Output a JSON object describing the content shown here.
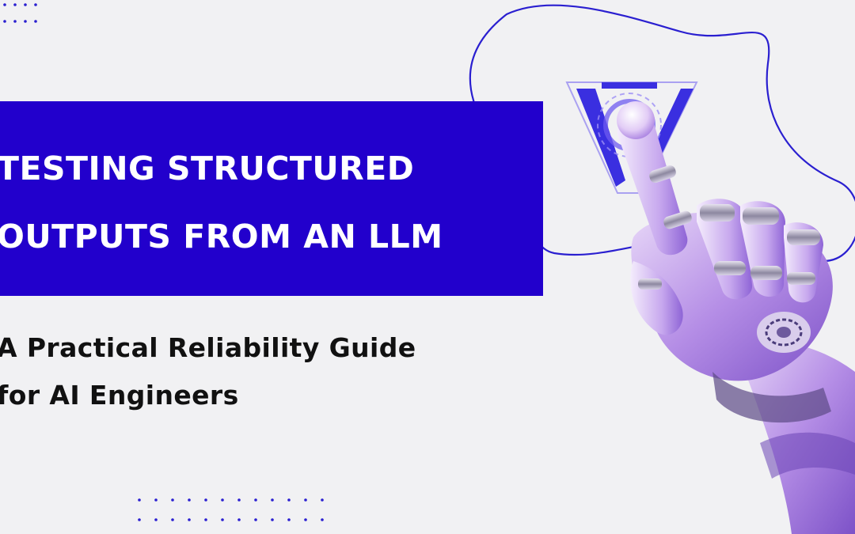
{
  "title": {
    "line1": "TESTING STRUCTURED",
    "line2": "OUTPUTS FROM AN LLM"
  },
  "subtitle": {
    "line1": "A Practical Reliability Guide",
    "line2": "for AI Engineers"
  },
  "colors": {
    "accent": "#2200cc",
    "background": "#f1f1f3",
    "text_dark": "#111111",
    "dot_color": "#2a1fd0",
    "hand_purple": "#b08ae0"
  },
  "icons": {
    "hero_image": "robot-hand-icon",
    "hologram": "triangle-hologram-icon"
  }
}
